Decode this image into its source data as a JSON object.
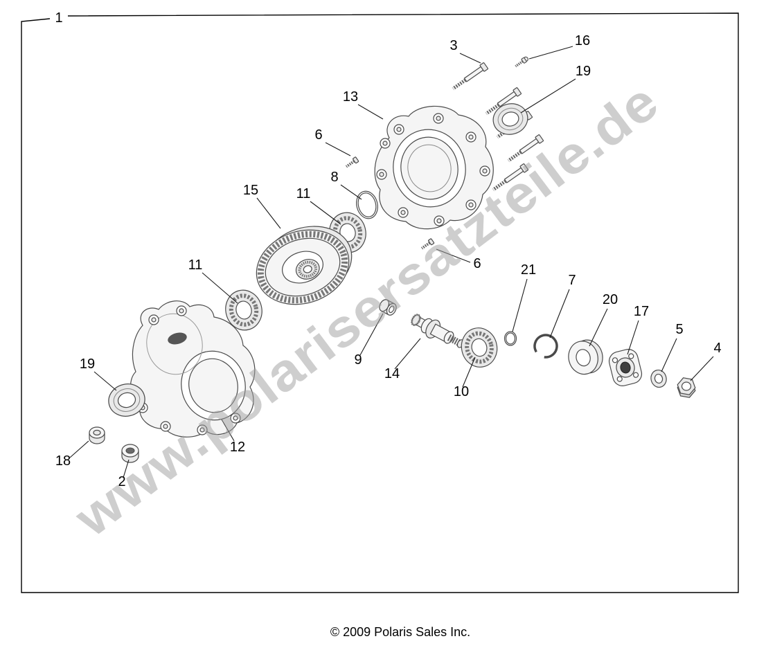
{
  "watermark": {
    "text": "www.polarisersatzteile.de",
    "color": "#9e9e9e"
  },
  "footer": {
    "copyright": "© 2009 Polaris Sales Inc."
  },
  "colors": {
    "line": "#1a1a1a",
    "border": "#000000"
  },
  "callouts": [
    {
      "label": "1"
    },
    {
      "label": "3"
    },
    {
      "label": "16"
    },
    {
      "label": "19"
    },
    {
      "label": "13"
    },
    {
      "label": "6"
    },
    {
      "label": "8"
    },
    {
      "label": "15"
    },
    {
      "label": "11"
    },
    {
      "label": "11"
    },
    {
      "label": "6"
    },
    {
      "label": "21"
    },
    {
      "label": "7"
    },
    {
      "label": "20"
    },
    {
      "label": "17"
    },
    {
      "label": "5"
    },
    {
      "label": "4"
    },
    {
      "label": "9"
    },
    {
      "label": "14"
    },
    {
      "label": "10"
    },
    {
      "label": "19"
    },
    {
      "label": "12"
    },
    {
      "label": "18"
    },
    {
      "label": "2"
    }
  ]
}
